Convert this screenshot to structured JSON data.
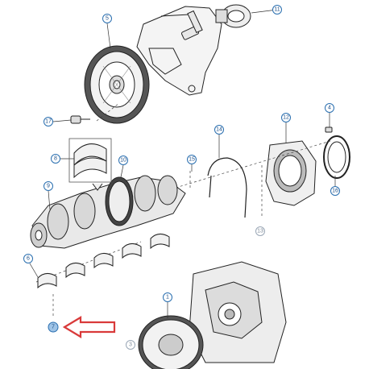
{
  "diagram": {
    "callouts": [
      {
        "id": "c1",
        "label": "1",
        "style": "blue"
      },
      {
        "id": "c3",
        "label": "3",
        "style": "blue"
      },
      {
        "id": "c4",
        "label": "4",
        "style": "blue"
      },
      {
        "id": "c5",
        "label": "5",
        "style": "blue"
      },
      {
        "id": "c6",
        "label": "6",
        "style": "blue"
      },
      {
        "id": "c7",
        "label": "7",
        "style": "highlight"
      },
      {
        "id": "c8",
        "label": "8",
        "style": "blue"
      },
      {
        "id": "c9",
        "label": "9",
        "style": "blue"
      },
      {
        "id": "c10",
        "label": "10",
        "style": "blue"
      },
      {
        "id": "c11",
        "label": "11",
        "style": "blue"
      },
      {
        "id": "c12",
        "label": "12",
        "style": "blue"
      },
      {
        "id": "c13",
        "label": "13",
        "style": "grey"
      },
      {
        "id": "c14",
        "label": "14",
        "style": "blue"
      },
      {
        "id": "c15",
        "label": "15",
        "style": "blue"
      },
      {
        "id": "c16",
        "label": "16",
        "style": "blue"
      },
      {
        "id": "c17",
        "label": "17",
        "style": "blue"
      }
    ],
    "colors": {
      "callout_border": "#2a6fb0",
      "callout_text": "#1d4f88",
      "callout_grey": "#9aa7b6",
      "highlight_fill": "#9ec3e6",
      "arrow": "#d93a3a",
      "line_art": "#222222"
    },
    "pointer_icon": "red-hollow-arrow-left"
  }
}
